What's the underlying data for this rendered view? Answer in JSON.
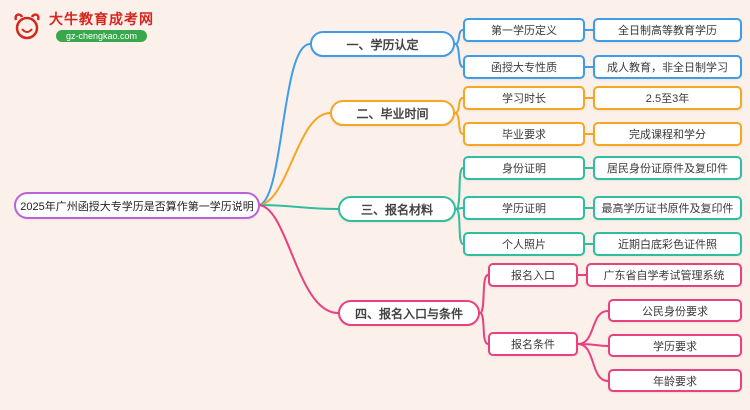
{
  "page": {
    "bg_color": "#fbf0ea"
  },
  "logo": {
    "title": "大牛教育成考网",
    "domain": "gz-chengkao.com",
    "brand_color": "#d3281e",
    "badge_color": "#39a84d"
  },
  "mindmap": {
    "root": {
      "label": "2025年广州函授大专学历是否算作第一学历说明",
      "color": "#bb62d9"
    },
    "branches": [
      {
        "label": "一、学历认定",
        "color": "#3f9ce8",
        "rows": [
          {
            "label": "第一学历定义",
            "value": "全日制高等教育学历"
          },
          {
            "label": "函授大专性质",
            "value": "成人教育，非全日制学习"
          }
        ]
      },
      {
        "label": "二、毕业时间",
        "color": "#f5a623",
        "rows": [
          {
            "label": "学习时长",
            "value": "2.5至3年"
          },
          {
            "label": "毕业要求",
            "value": "完成课程和学分"
          }
        ]
      },
      {
        "label": "三、报名材料",
        "color": "#2fbfa0",
        "rows": [
          {
            "label": "身份证明",
            "value": "居民身份证原件及复印件"
          },
          {
            "label": "学历证明",
            "value": "最高学历证书原件及复印件"
          },
          {
            "label": "个人照片",
            "value": "近期白底彩色证件照"
          }
        ]
      },
      {
        "label": "四、报名入口与条件",
        "color": "#e8417e",
        "rows": [
          {
            "label": "报名入口",
            "value": "广东省自学考试管理系统"
          }
        ],
        "conditions": {
          "label": "报名条件",
          "values": [
            "公民身份要求",
            "学历要求",
            "年龄要求"
          ]
        }
      }
    ]
  }
}
